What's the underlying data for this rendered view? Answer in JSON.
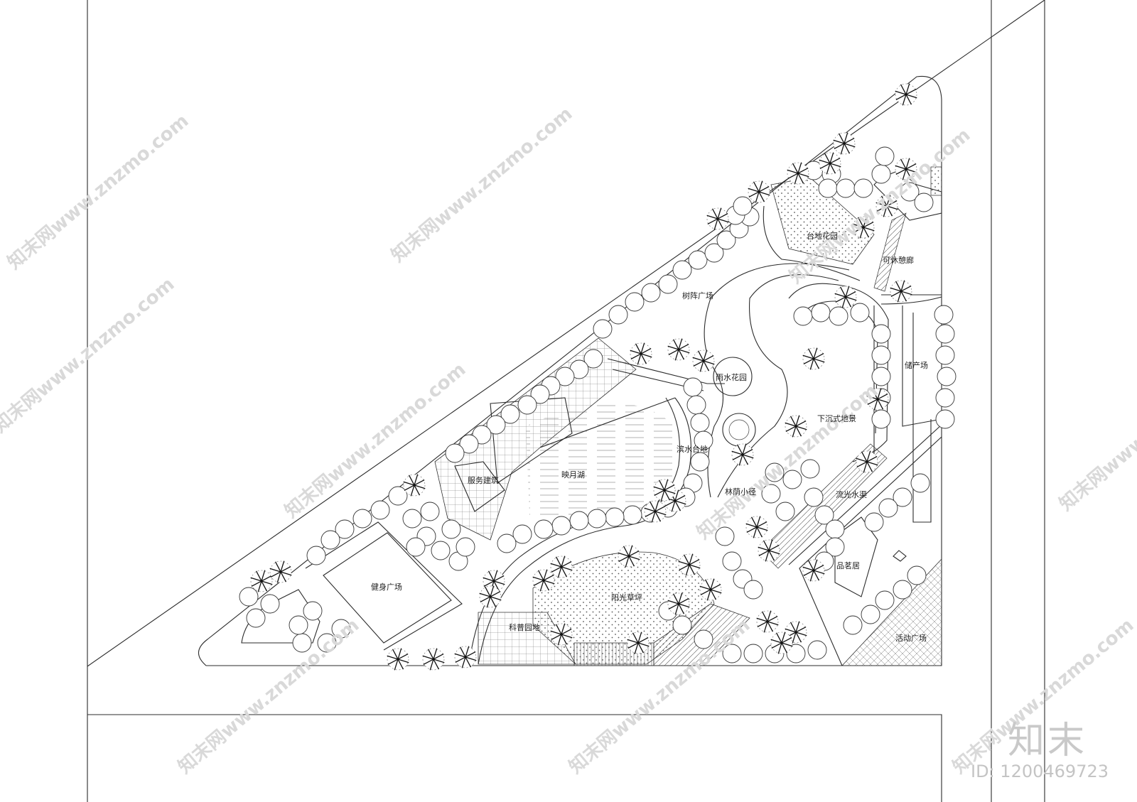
{
  "labels": {
    "tree_array_plaza": "树阵广场",
    "rain_garden": "雨水花园",
    "sunken_landscape": "下沉式地景",
    "waterfront_terrace": "滨水台地",
    "service_building": "服务建筑",
    "moon_lake": "映月湖",
    "forest_path": "林荫小径",
    "flowing_channel": "流光水渠",
    "pinming_house": "品茗居",
    "fitness_plaza": "健身广场",
    "sunshine_lawn": "阳光草坪",
    "activity_plaza": "活动广场",
    "tai_garden": "台地花园",
    "leisure_corridor": "可休憩廊",
    "heritage_plaza": "储产场",
    "fragrance_path": "科普园地"
  },
  "watermark": {
    "site_text": "知末网www.znzmo.com",
    "brand": "知末",
    "id_text": "ID: 1200469723"
  }
}
